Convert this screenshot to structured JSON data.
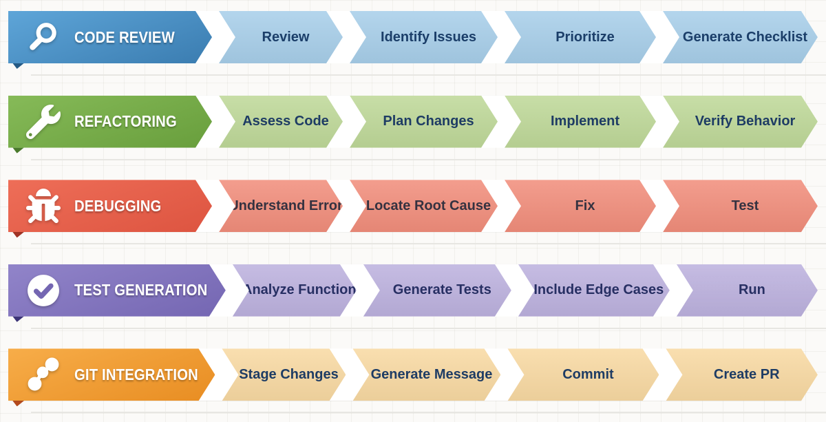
{
  "page": {
    "background": "#fbfaf8",
    "grid_line_color": "#e7e6e2"
  },
  "workflows": [
    {
      "id": "code-review",
      "title": "CODE REVIEW",
      "icon": "search-icon",
      "colors": {
        "header_top": "#5ea5d8",
        "header_bottom": "#3a7cb0",
        "step": "#a7cee9",
        "text": "#1b3e69",
        "fold": "#255a85"
      },
      "steps": [
        "Review",
        "Identify Issues",
        "Prioritize",
        "Generate Checklist"
      ]
    },
    {
      "id": "refactoring",
      "title": "REFACTORING",
      "icon": "wrench-icon",
      "colors": {
        "header_top": "#86ba58",
        "header_bottom": "#689e3c",
        "step": "#bed898",
        "text": "#1e3c64",
        "fold": "#4a7a2c"
      },
      "steps": [
        "Assess Code",
        "Plan Changes",
        "Implement",
        "Verify Behavior"
      ]
    },
    {
      "id": "debugging",
      "title": "DEBUGGING",
      "icon": "bug-icon",
      "colors": {
        "header_top": "#ee6e58",
        "header_bottom": "#dd5440",
        "step": "#f18d7b",
        "text": "#353240",
        "fold": "#a03325"
      },
      "steps": [
        "Understand Error",
        "Locate Root Cause",
        "Fix",
        "Test"
      ]
    },
    {
      "id": "test-generation",
      "title": "TEST GENERATION",
      "icon": "check-circle-icon",
      "colors": {
        "header_top": "#9184c9",
        "header_bottom": "#7466b2",
        "step": "#bcb1de",
        "text": "#272f63",
        "fold": "#3c3478"
      },
      "steps": [
        "Analyze Function",
        "Generate Tests",
        "Include Edge Cases",
        "Run"
      ]
    },
    {
      "id": "git-integration",
      "title": "GIT INTEGRATION",
      "icon": "git-branch-icon",
      "colors": {
        "header_top": "#f7ad49",
        "header_bottom": "#e88d22",
        "step": "#f8d9a2",
        "text": "#1e3c64",
        "fold": "#b44a1e"
      },
      "steps": [
        "Stage Changes",
        "Generate Message",
        "Commit",
        "Create PR"
      ]
    }
  ]
}
